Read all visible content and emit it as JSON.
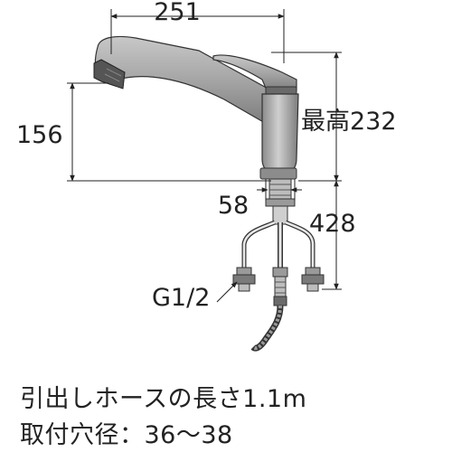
{
  "dimensions": {
    "width_total": "251",
    "spout_height": "156",
    "max_height": "最高232",
    "base_diameter": "58",
    "hose_length_below": "428",
    "connection_thread": "G1/2"
  },
  "notes": {
    "hose_length": "引出しホースの長さ1.1m",
    "mounting_hole": "取付穴径：36～38"
  },
  "colors": {
    "line": "#222222",
    "faucet_fill": "#9a9a9a",
    "faucet_dark": "#555555",
    "faucet_light": "#d4d4d4"
  }
}
